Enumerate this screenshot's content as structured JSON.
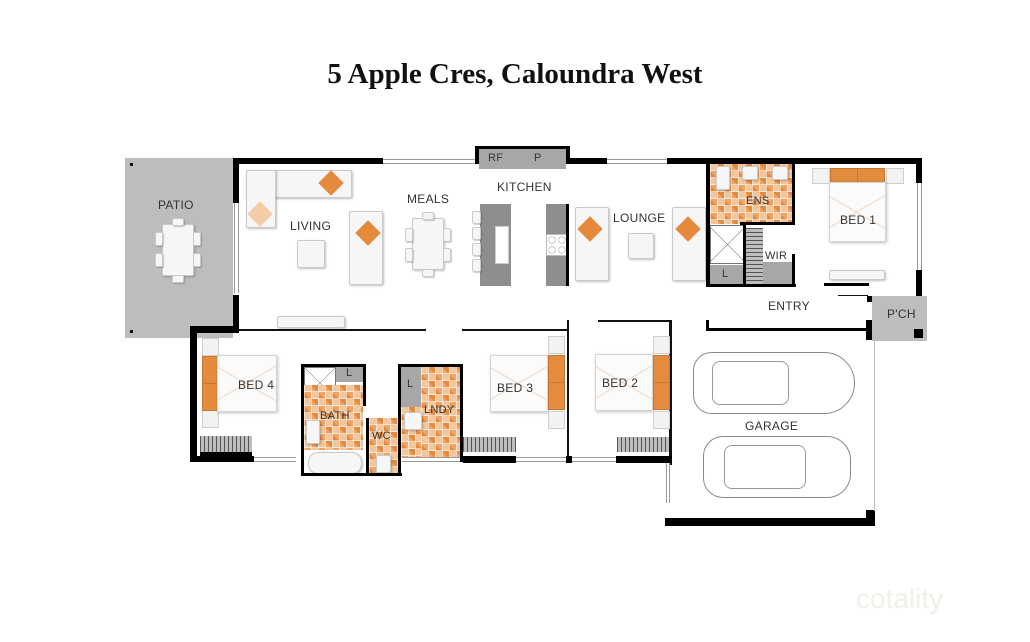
{
  "title": "5 Apple Cres, Caloundra West",
  "rooms": {
    "patio": "PATIO",
    "living": "LIVING",
    "meals": "MEALS",
    "kitchen": "KITCHEN",
    "fridge": "RF",
    "pantry": "P",
    "lounge": "LOUNGE",
    "ensuite": "ENS",
    "bed1": "BED 1",
    "wir": "WIR",
    "linen_ens": "L",
    "entry": "ENTRY",
    "porch": "P'CH",
    "bed4": "BED 4",
    "bath": "BATH",
    "linen_bath": "L",
    "wc": "WC",
    "laundry_linen": "L",
    "laundry": "LNDY",
    "bed3": "BED 3",
    "bed2": "BED 2",
    "garage": "GARAGE"
  },
  "colors": {
    "wall": "#000000",
    "outdoor_gray": "#bdbdbd",
    "accent_orange": "#e58a3c",
    "cabinet_gray": "#8e8e8e"
  },
  "watermark": "cotality"
}
